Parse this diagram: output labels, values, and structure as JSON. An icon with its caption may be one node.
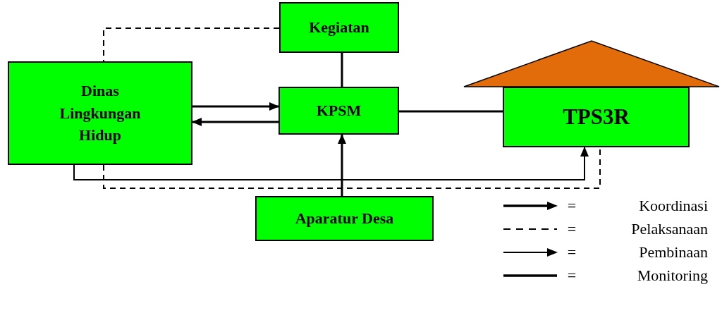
{
  "diagram": {
    "nodes": [
      {
        "text": [
          "Kegiatan"
        ]
      },
      {
        "text": [
          "Dinas Lingkungan Hidup"
        ]
      },
      {
        "text": [
          "KPSM"
        ]
      },
      {
        "text": [
          "TPS3R"
        ]
      },
      {
        "text": [
          "Aparatur Desa"
        ]
      }
    ],
    "edges": [
      {
        "from": 0,
        "to": 1,
        "arrow": "none",
        "style": "dashed"
      },
      {
        "from": 0,
        "to": 2,
        "arrow": "none"
      },
      {
        "from": 1,
        "to": 2,
        "arrow": "to"
      },
      {
        "from": 2,
        "to": 1,
        "arrow": "to"
      },
      {
        "from": 2,
        "to": 3,
        "arrow": "none"
      },
      {
        "from": 4,
        "to": 2,
        "arrow": "to"
      },
      {
        "from": 1,
        "to": 3,
        "arrow": "to"
      },
      {
        "from": 1,
        "to": 3,
        "arrow": "none",
        "style": "dashed"
      }
    ],
    "labels": [
      "=",
      "=",
      "=",
      "="
    ],
    "legend": [
      {
        "text": "Koordinasi"
      },
      {
        "text": "Pelaksanaan"
      },
      {
        "text": "Pembinaan"
      },
      {
        "text": "Monitoring"
      }
    ]
  }
}
